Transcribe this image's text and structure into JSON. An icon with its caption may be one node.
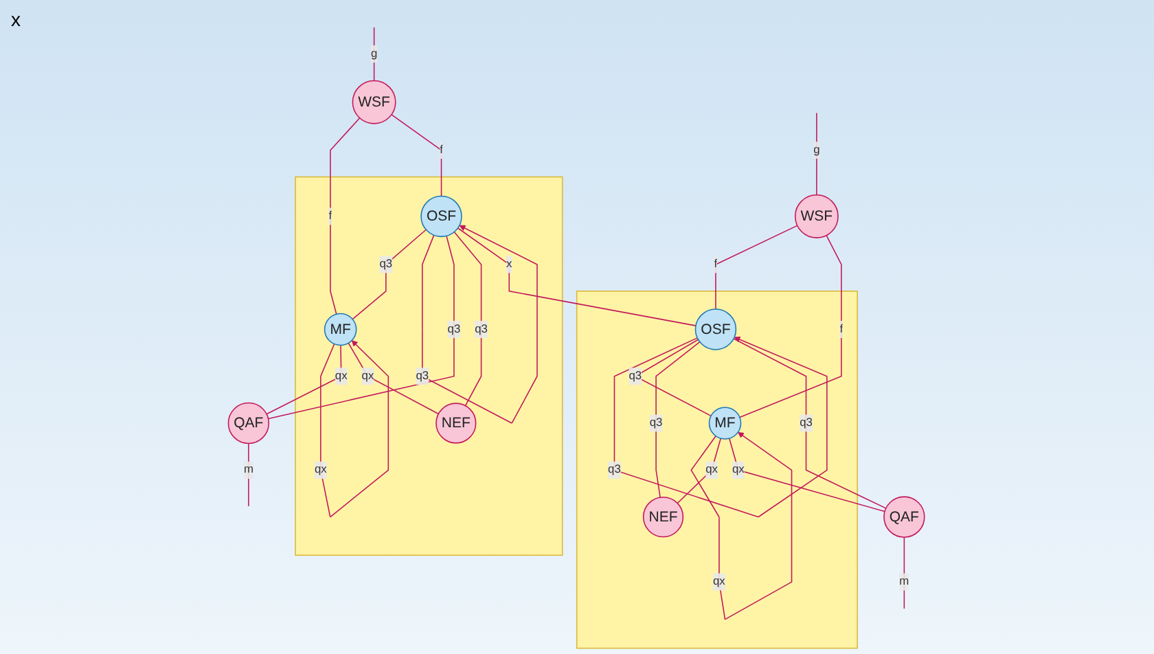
{
  "diagram": {
    "nodes": [
      {
        "text": [],
        "shape": "box"
      },
      {
        "text": [
          "WSF"
        ]
      },
      {
        "text": [
          "OSF"
        ],
        "in": 0
      },
      {
        "text": [
          "MF"
        ],
        "in": 0
      },
      {
        "text": [
          "QAF"
        ]
      },
      {
        "text": [
          "NEF"
        ],
        "in": 0
      },
      {
        "text": [],
        "shape": "box"
      },
      {
        "text": [
          "WSF"
        ]
      },
      {
        "text": [
          "OSF"
        ],
        "in": 6
      },
      {
        "text": [
          "MF"
        ],
        "in": 6
      },
      {
        "text": [
          "NEF"
        ],
        "in": 6
      },
      {
        "text": [
          "QAF"
        ]
      }
    ],
    "edges": [
      {
        "from": null,
        "to": 1,
        "arrow": "none",
        "label": "g"
      },
      {
        "from": 1,
        "to": 3,
        "arrow": "none",
        "label": "f"
      },
      {
        "from": 1,
        "to": 2,
        "arrow": "none",
        "label": "f"
      },
      {
        "from": 2,
        "to": 3,
        "arrow": "none",
        "label": "q3"
      },
      {
        "from": 2,
        "to": 2,
        "arrow": "to",
        "label": "q3"
      },
      {
        "from": 2,
        "to": 4,
        "arrow": "none",
        "label": "q3"
      },
      {
        "from": 2,
        "to": 5,
        "arrow": "none",
        "label": "q3"
      },
      {
        "from": 3,
        "to": 3,
        "arrow": "to",
        "label": "qx"
      },
      {
        "from": 3,
        "to": 4,
        "arrow": "none",
        "label": "qx"
      },
      {
        "from": 3,
        "to": 5,
        "arrow": "none",
        "label": "qx"
      },
      {
        "from": 4,
        "to": null,
        "arrow": "none",
        "label": "m"
      },
      {
        "from": 2,
        "to": 8,
        "arrow": "none",
        "label": "x"
      },
      {
        "from": null,
        "to": 7,
        "arrow": "none",
        "label": "g"
      },
      {
        "from": 7,
        "to": 8,
        "arrow": "none",
        "label": "f"
      },
      {
        "from": 7,
        "to": 9,
        "arrow": "none",
        "label": "f"
      },
      {
        "from": 8,
        "to": 8,
        "arrow": "to",
        "label": "q3"
      },
      {
        "from": 8,
        "to": 9,
        "arrow": "none",
        "label": "q3"
      },
      {
        "from": 8,
        "to": 10,
        "arrow": "none",
        "label": "q3"
      },
      {
        "from": 8,
        "to": 11,
        "arrow": "none",
        "label": "q3"
      },
      {
        "from": 9,
        "to": 9,
        "arrow": "to",
        "label": "qx"
      },
      {
        "from": 9,
        "to": 10,
        "arrow": "none",
        "label": "qx"
      },
      {
        "from": 9,
        "to": 11,
        "arrow": "none",
        "label": "qx"
      },
      {
        "from": 11,
        "to": null,
        "arrow": "none",
        "label": "m"
      }
    ],
    "labels": [
      "x"
    ]
  }
}
